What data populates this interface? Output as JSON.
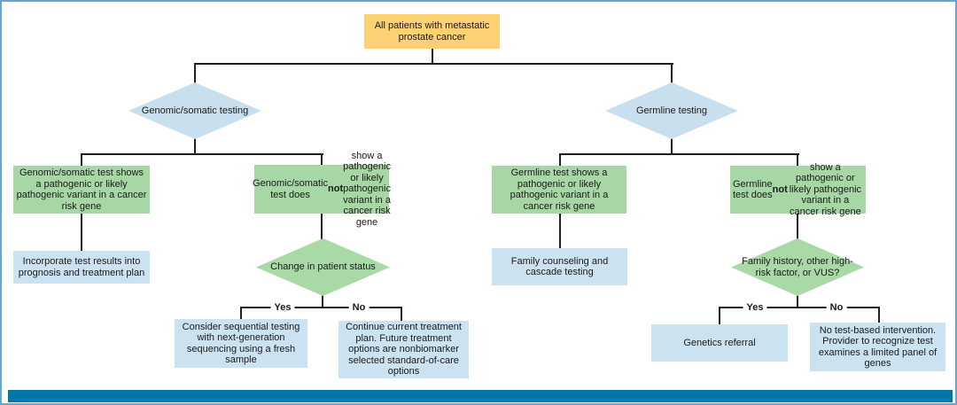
{
  "colors": {
    "frame-border": "#60a8d8",
    "footer-bar": "#0077a9",
    "root-yellow": "#fbd173",
    "result-green": "#a6d7a4",
    "diamond-green": "#a8d9a6",
    "decision-blue": "#c8e0ee",
    "outcome-blue": "#cbe3f1",
    "line": "#231f20"
  },
  "labels": {
    "yes": "Yes",
    "no": "No"
  },
  "nodes": {
    "root": "All patients with metastatic prostate cancer",
    "genomic_decision": "Genomic/somatic testing",
    "germline_decision": "Germline testing",
    "genomic_positive": "Genomic/somatic test shows a pathogenic or likely pathogenic variant in a cancer risk gene",
    "incorporate": "Incorporate test results into prognosis and treatment plan",
    "change_status": "Change in patient status",
    "consider_sequential": "Consider sequential testing with next-generation sequencing using a fresh sample",
    "continue_plan": "Continue current treatment plan. Future treatment options are nonbiomarker selected standard-of-care options",
    "germline_positive": "Germline test shows a pathogenic or likely pathogenic variant in a cancer risk gene",
    "family_counseling": "Family counseling and cascade testing",
    "family_history": "Family history, other high-risk factor, or VUS?",
    "genetics_referral": "Genetics referral",
    "no_test_intervention": "No test-based intervention. Provider to recognize test examines a limited panel of genes"
  },
  "rich_nodes": {
    "genomic_negative": [
      {
        "t": "Genomic/somatic test does "
      },
      {
        "t": "not",
        "b": true
      },
      {
        "t": " show a pathogenic or likely pathogenic variant in a cancer risk gene"
      }
    ],
    "germline_negative": [
      {
        "t": "Germline test does "
      },
      {
        "t": "not",
        "b": true
      },
      {
        "t": " show a pathogenic or likely pathogenic variant in a cancer risk gene"
      }
    ]
  }
}
